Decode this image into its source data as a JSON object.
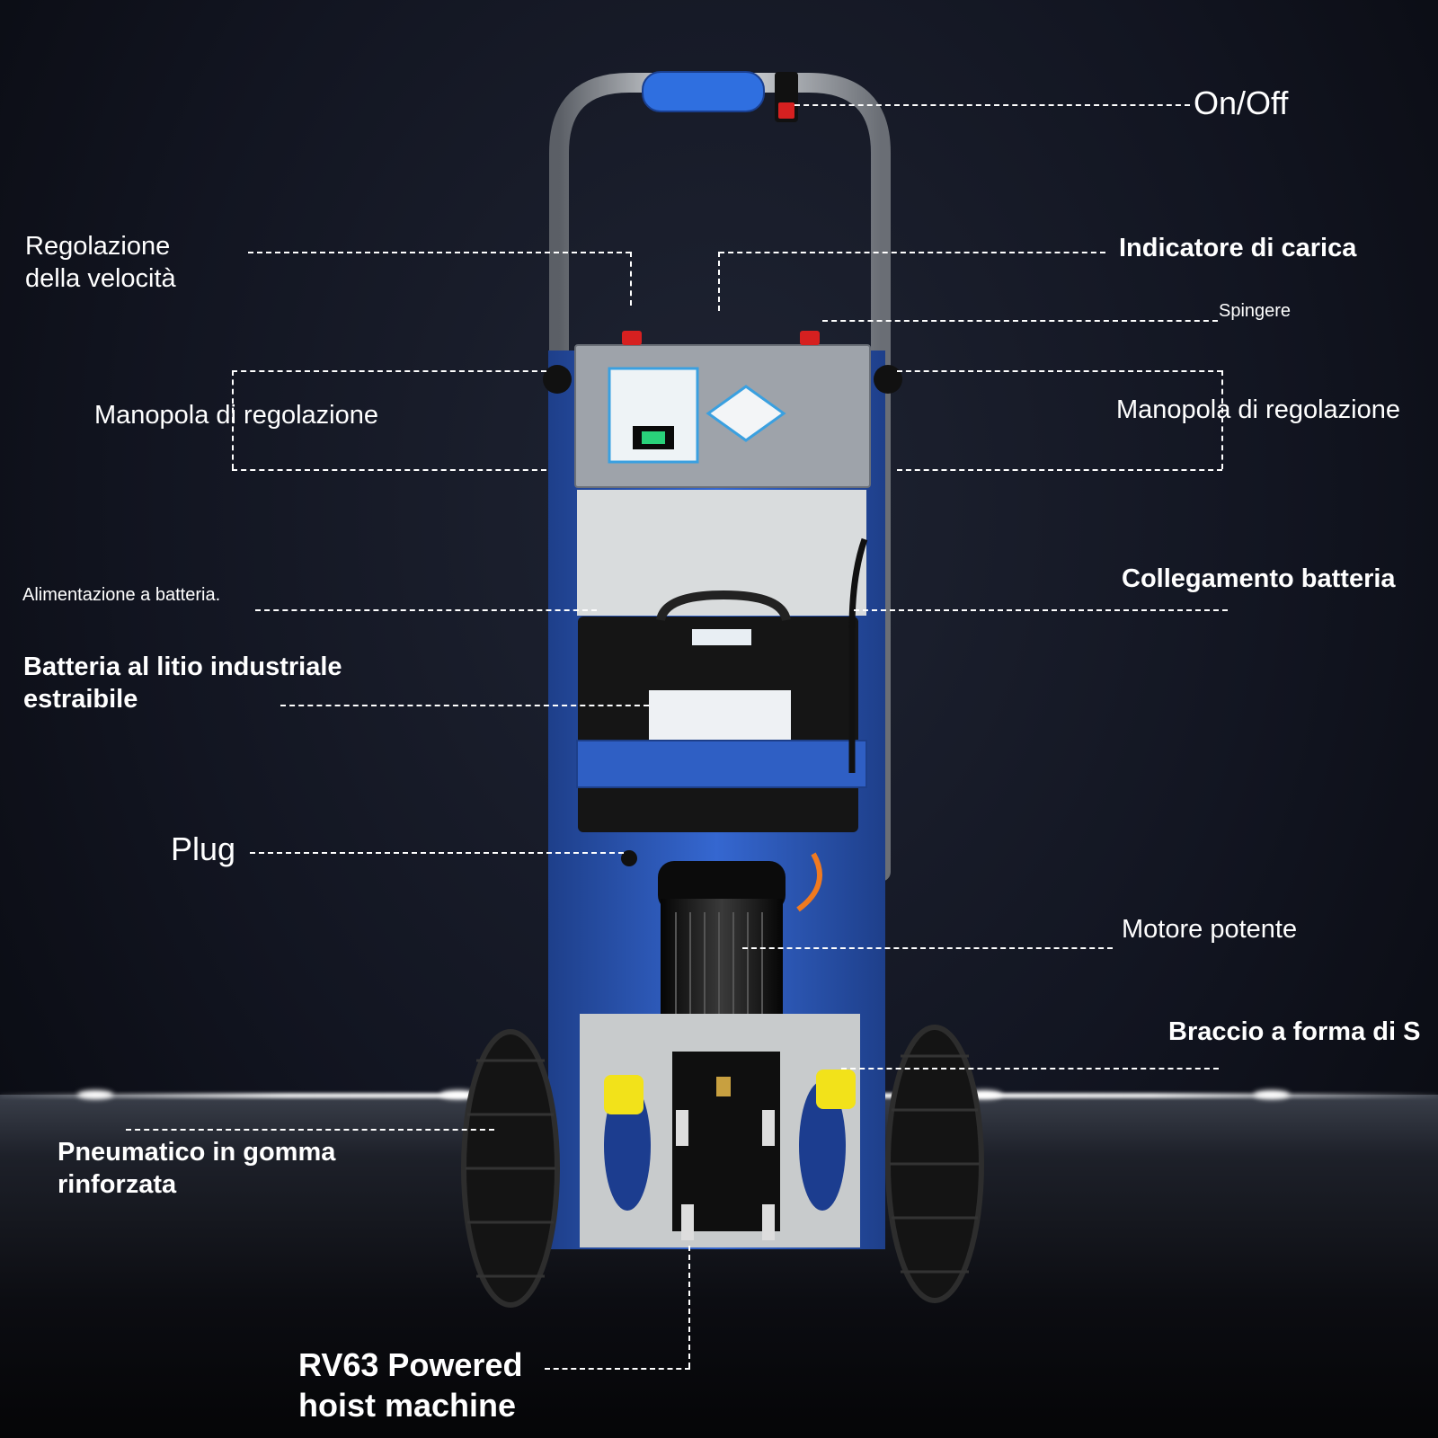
{
  "labels": {
    "on_off": "On/Off",
    "speed_regulation": "Regolazione\ndella velocità",
    "charge_indicator": "Indicatore di carica",
    "push": "Spingere",
    "adjust_knob_left": "Manopola di regolazione",
    "adjust_knob_right": "Manopola di regolazione",
    "battery_power": "Alimentazione a batteria.",
    "battery_connection": "Collegamento batteria",
    "lithium_battery": "Batteria al litio industriale\nestraibile",
    "plug": "Plug",
    "powerful_motor": "Motore potente",
    "s_arm": "Braccio a forma di S",
    "reinforced_tire": "Pneumatico in gomma\nrinforzata",
    "hoist_machine": "RV63 Powered\nhoist machine"
  },
  "colors": {
    "frame_blue": "#2f5fc4",
    "grip_blue": "#2f6fe0",
    "switch_red": "#d62020",
    "wheel_yellow": "#f2e21a"
  }
}
